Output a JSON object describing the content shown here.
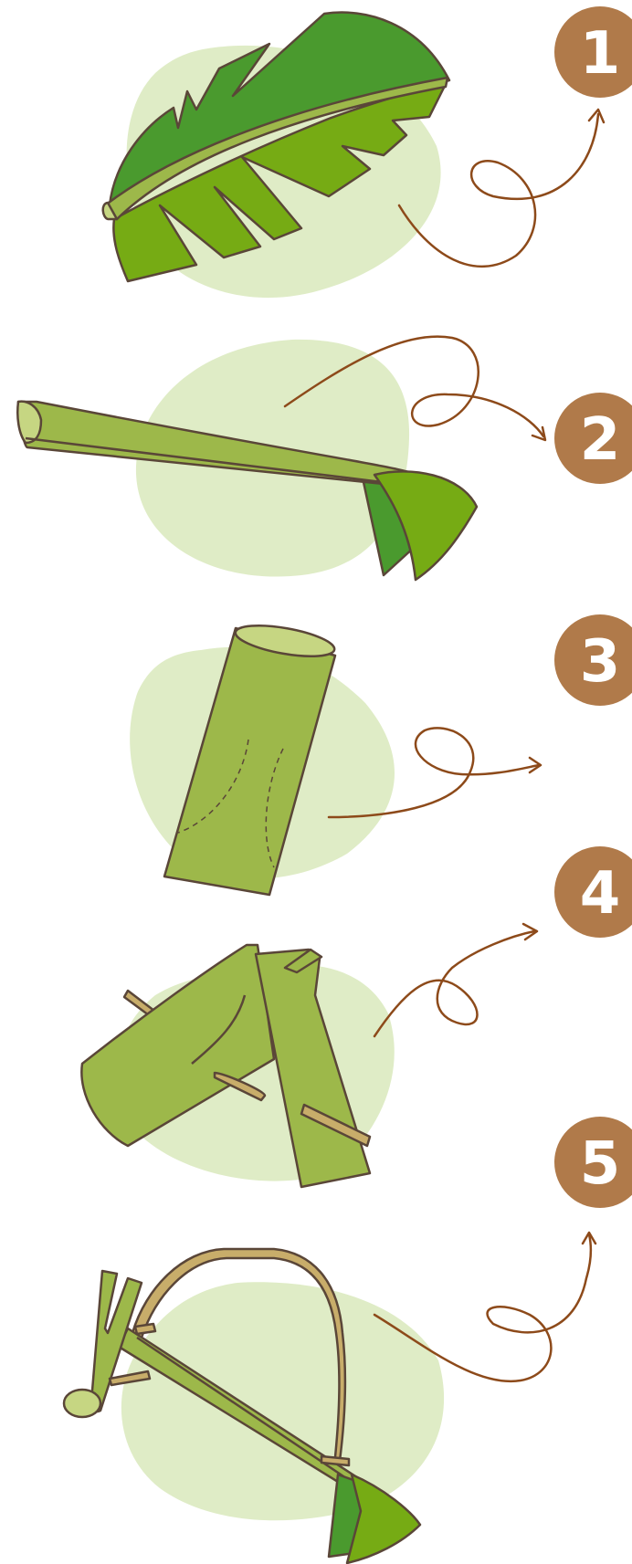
{
  "colors": {
    "blob": "#dfecc6",
    "leaf_dark": "#4a9a2e",
    "leaf_bright": "#76ab14",
    "stem": "#9db84a",
    "stem_light": "#c6d682",
    "outline": "#5a4638",
    "arrow": "#8d4a1a",
    "badge": "#b07a4a",
    "badge_text": "#ffffff",
    "twig": "#c8ad6a"
  },
  "steps": [
    {
      "number": "1",
      "icon": "banana-leaf-icon"
    },
    {
      "number": "2",
      "icon": "leaf-stem-icon"
    },
    {
      "number": "3",
      "icon": "stem-piece-icon"
    },
    {
      "number": "4",
      "icon": "crossed-stems-icon"
    },
    {
      "number": "5",
      "icon": "leaf-stem-crossbow-icon"
    }
  ]
}
